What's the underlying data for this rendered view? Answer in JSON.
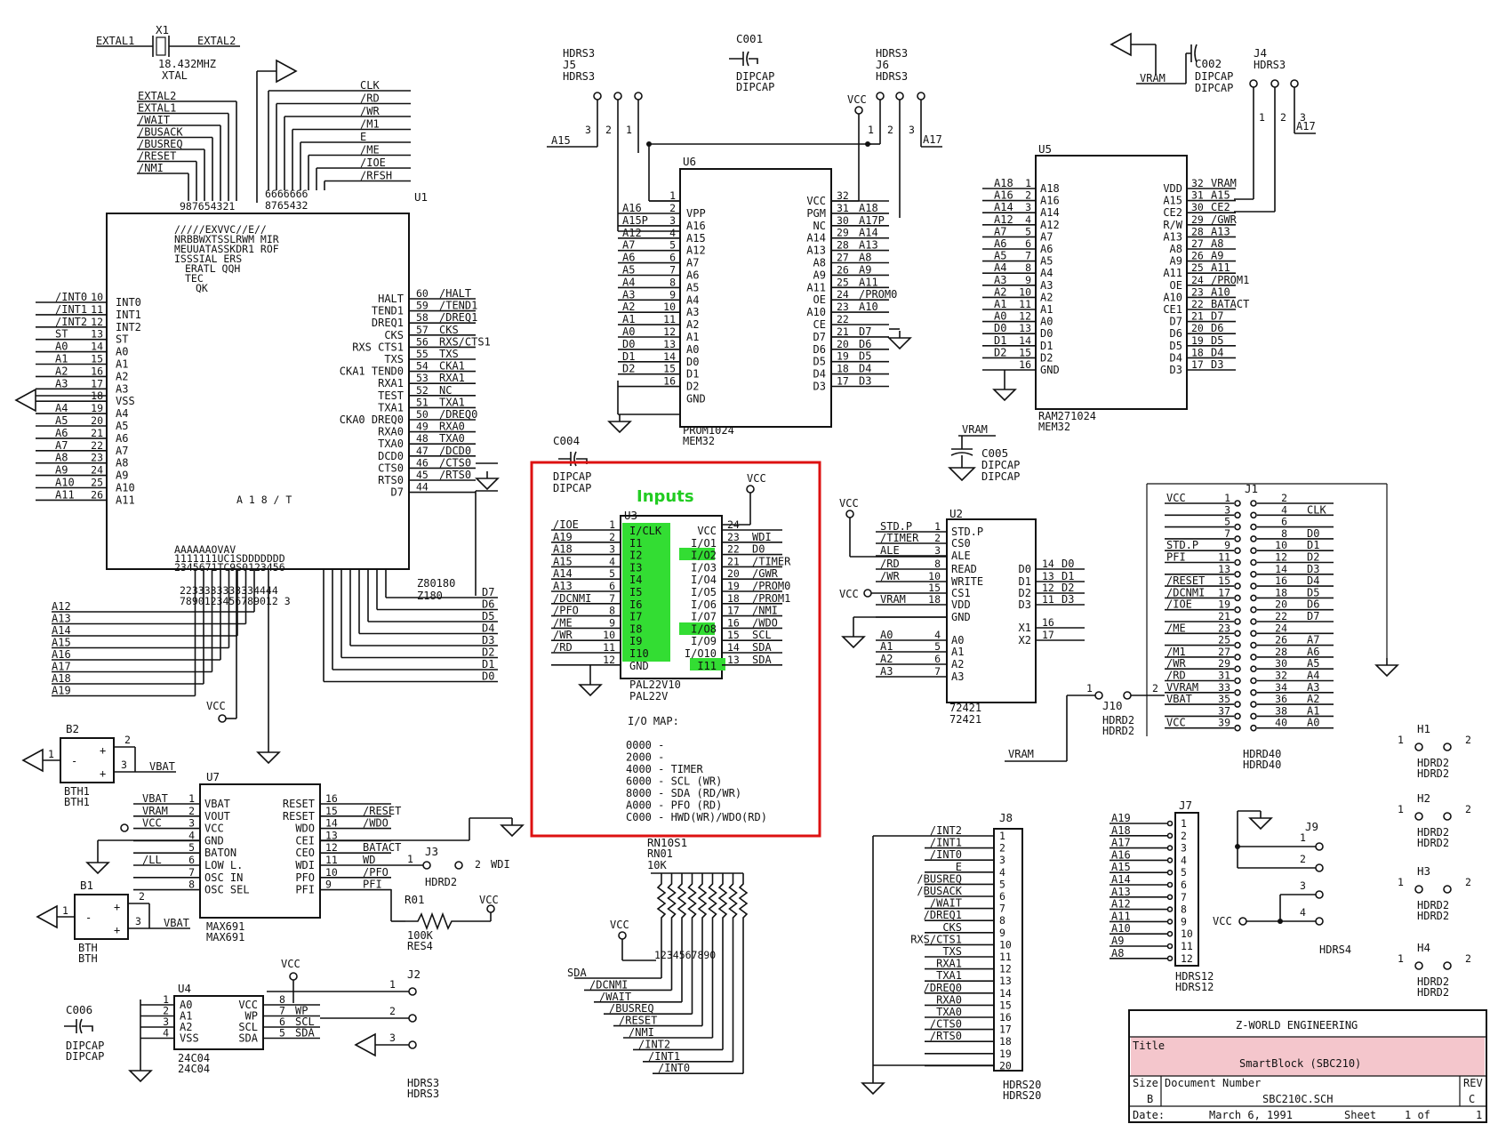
{
  "xtal": {
    "ref": "X1",
    "pins": [
      "EXTAL1",
      "EXTAL2"
    ],
    "value": "18.432MHZ",
    "part": "XTAL"
  },
  "u1": {
    "ref": "U1",
    "part1": "Z80180",
    "part2": "Z180",
    "top_pins": [
      "EXTAL2",
      "EXTAL1",
      "/WAIT",
      "/BUSACK",
      "/BUSREQ",
      "/RESET",
      "/NMI"
    ],
    "top_right_pins": [
      "CLK",
      "/RD",
      "/WR",
      "/M1",
      "E",
      "/ME",
      "/IOE",
      "/RFSH"
    ],
    "top_nums_left": "987654321",
    "top_nums_right": "6666666",
    "top_nums_right2": "8765432",
    "inside_top": [
      "/////EXVVC//E//",
      "NRBBWXTSSLRWM MIR",
      "MEUUATASSKDR1 ROF",
      "ISSSIAL       ERS",
      "ERATL         QQH",
      "TEC",
      "QK"
    ],
    "left_pins": [
      {
        "net": "/INT0",
        "num": "10",
        "name": "INT0"
      },
      {
        "net": "/INT1",
        "num": "11",
        "name": "INT1"
      },
      {
        "net": "/INT2",
        "num": "12",
        "name": "INT2"
      },
      {
        "net": "ST",
        "num": "13",
        "name": "ST"
      },
      {
        "net": "A0",
        "num": "14",
        "name": "A0"
      },
      {
        "net": "A1",
        "num": "15",
        "name": "A1"
      },
      {
        "net": "A2",
        "num": "16",
        "name": "A2"
      },
      {
        "net": "A3",
        "num": "17",
        "name": "A3"
      },
      {
        "net": "",
        "num": "18",
        "name": "VSS"
      },
      {
        "net": "A4",
        "num": "19",
        "name": "A4"
      },
      {
        "net": "A5",
        "num": "20",
        "name": "A5"
      },
      {
        "net": "A6",
        "num": "21",
        "name": "A6"
      },
      {
        "net": "A7",
        "num": "22",
        "name": "A7"
      },
      {
        "net": "A8",
        "num": "23",
        "name": "A8"
      },
      {
        "net": "A9",
        "num": "24",
        "name": "A9"
      },
      {
        "net": "A10",
        "num": "25",
        "name": "A10"
      },
      {
        "net": "A11",
        "num": "26",
        "name": "A11"
      }
    ],
    "right_pins": [
      {
        "name": "HALT",
        "num": "60",
        "net": "/HALT"
      },
      {
        "name": "TEND1",
        "num": "59",
        "net": "/TEND1"
      },
      {
        "name": "DREQ1",
        "num": "58",
        "net": "/DREQ1"
      },
      {
        "name": "CKS",
        "num": "57",
        "net": "CKS"
      },
      {
        "name": "RXS CTS1",
        "num": "56",
        "net": "RXS/CTS1"
      },
      {
        "name": "TXS",
        "num": "55",
        "net": "TXS"
      },
      {
        "name": "CKA1 TEND0",
        "num": "54",
        "net": "CKA1"
      },
      {
        "name": "RXA1",
        "num": "53",
        "net": "RXA1"
      },
      {
        "name": "TEST",
        "num": "52",
        "net": "NC"
      },
      {
        "name": "TXA1",
        "num": "51",
        "net": "TXA1"
      },
      {
        "name": "CKA0 DREQ0",
        "num": "50",
        "net": "/DREQ0"
      },
      {
        "name": "RXA0",
        "num": "49",
        "net": "RXA0"
      },
      {
        "name": "TXA0",
        "num": "48",
        "net": "TXA0"
      },
      {
        "name": "DCD0",
        "num": "47",
        "net": "/DCD0"
      },
      {
        "name": "CTS0",
        "num": "46",
        "net": "/CTS0"
      },
      {
        "name": "RTS0",
        "num": "45",
        "net": "/RTS0"
      },
      {
        "name": "D7",
        "num": "44",
        "net": ""
      }
    ],
    "a18": "A 1 8 / T",
    "bottom_names1": "AAAAAAOVAV",
    "bottom_names2": "1111111UC1SDDDDDDD",
    "bottom_names3": "2345671TC9S0123456",
    "bottom_nums1": "2233333333334444",
    "bottom_nums2": "7890123456789012 3",
    "bottom_left_nets": [
      "A12",
      "A13",
      "A14",
      "A15",
      "A16",
      "A17",
      "A18",
      "A19"
    ],
    "bottom_right_nets": [
      "D7",
      "D6",
      "D5",
      "D4",
      "D3",
      "D2",
      "D1",
      "D0"
    ],
    "vcc": "VCC"
  },
  "j5": {
    "ref": "J5",
    "part": "HDRS3",
    "part2": "HDRS3",
    "net": "A15",
    "pins": [
      "3",
      "2",
      "1"
    ]
  },
  "c001": {
    "ref": "C001",
    "part": "DIPCAP",
    "part2": "DIPCAP"
  },
  "j6": {
    "ref": "J6",
    "part": "HDRS3",
    "part2": "HDRS3",
    "vcc": "VCC",
    "net": "A17",
    "pins": [
      "1",
      "2",
      "3"
    ]
  },
  "u6": {
    "ref": "U6",
    "part": "PROM1024",
    "part2": "MEM32",
    "left": [
      [
        "A16",
        "2",
        "VPP"
      ],
      [
        "A15P",
        "3",
        "A16"
      ],
      [
        "A12",
        "4",
        "A15"
      ],
      [
        "A7",
        "5",
        "A12"
      ],
      [
        "A6",
        "6",
        "A7"
      ],
      [
        "A5",
        "7",
        "A6"
      ],
      [
        "A4",
        "8",
        "A5"
      ],
      [
        "A3",
        "9",
        "A4"
      ],
      [
        "A2",
        "10",
        "A3"
      ],
      [
        "A1",
        "11",
        "A2"
      ],
      [
        "A0",
        "12",
        "A1"
      ],
      [
        "D0",
        "13",
        "A0"
      ],
      [
        "D1",
        "14",
        "D0"
      ],
      [
        "D2",
        "15",
        "D1"
      ],
      [
        "",
        "16",
        "D2"
      ],
      [
        "",
        "",
        "GND"
      ]
    ],
    "right": [
      [
        "VCC",
        "32",
        ""
      ],
      [
        "PGM",
        "31",
        "A18"
      ],
      [
        "NC",
        "30",
        "A17P"
      ],
      [
        "A14",
        "29",
        "A14"
      ],
      [
        "A13",
        "28",
        "A13"
      ],
      [
        "A8",
        "27",
        "A8"
      ],
      [
        "A9",
        "26",
        "A9"
      ],
      [
        "A11",
        "25",
        "A11"
      ],
      [
        "OE",
        "24",
        "/PROM0"
      ],
      [
        "A10",
        "23",
        "A10"
      ],
      [
        "CE",
        "22",
        ""
      ],
      [
        "D7",
        "21",
        "D7"
      ],
      [
        "D6",
        "20",
        "D6"
      ],
      [
        "D5",
        "19",
        "D5"
      ],
      [
        "D4",
        "18",
        "D4"
      ],
      [
        "D3",
        "17",
        "D3"
      ]
    ],
    "pin1": "1"
  },
  "c002": {
    "ref": "C002",
    "part": "DIPCAP",
    "part2": "DIPCAP",
    "net": "VRAM"
  },
  "j4": {
    "ref": "J4",
    "part": "HDRS3",
    "net": "A17",
    "pins": [
      "1",
      "2",
      "3"
    ]
  },
  "u5": {
    "ref": "U5",
    "part": "RAM271024",
    "part2": "MEM32",
    "left": [
      [
        "A18",
        "1",
        "A18"
      ],
      [
        "A16",
        "2",
        "A16"
      ],
      [
        "A14",
        "3",
        "A14"
      ],
      [
        "A12",
        "4",
        "A12"
      ],
      [
        "A7",
        "5",
        "A7"
      ],
      [
        "A6",
        "6",
        "A6"
      ],
      [
        "A5",
        "7",
        "A5"
      ],
      [
        "A4",
        "8",
        "A4"
      ],
      [
        "A3",
        "9",
        "A3"
      ],
      [
        "A2",
        "10",
        "A2"
      ],
      [
        "A1",
        "11",
        "A1"
      ],
      [
        "A0",
        "12",
        "A0"
      ],
      [
        "D0",
        "13",
        "D0"
      ],
      [
        "D1",
        "14",
        "D1"
      ],
      [
        "D2",
        "15",
        "D2"
      ],
      [
        "",
        "16",
        "GND"
      ]
    ],
    "right": [
      [
        "VDD",
        "32",
        "VRAM"
      ],
      [
        "A15",
        "31",
        "A15"
      ],
      [
        "CE2",
        "30",
        "CE2"
      ],
      [
        "R/W",
        "29",
        "/GWR"
      ],
      [
        "A13",
        "28",
        "A13"
      ],
      [
        "A8",
        "27",
        "A8"
      ],
      [
        "A9",
        "26",
        "A9"
      ],
      [
        "A11",
        "25",
        "A11"
      ],
      [
        "OE",
        "24",
        "/PROM1"
      ],
      [
        "A10",
        "23",
        "A10"
      ],
      [
        "CE1",
        "22",
        "BATACT"
      ],
      [
        "D7",
        "21",
        "D7"
      ],
      [
        "D6",
        "20",
        "D6"
      ],
      [
        "D5",
        "19",
        "D5"
      ],
      [
        "D4",
        "18",
        "D4"
      ],
      [
        "D3",
        "17",
        "D3"
      ]
    ]
  },
  "c004": {
    "ref": "C004",
    "part": "DIPCAP",
    "part2": "DIPCAP"
  },
  "c005": {
    "ref": "C005",
    "part": "DIPCAP",
    "part2": "DIPCAP",
    "net": "VRAM"
  },
  "u3": {
    "ref": "U3",
    "part": "PAL22V10",
    "part2": "PAL22V",
    "inputs_title": "Inputs",
    "vcc": "VCC",
    "left": [
      [
        "/IOE",
        "1",
        "I/CLK"
      ],
      [
        "A19",
        "2",
        "I1"
      ],
      [
        "A18",
        "3",
        "I2"
      ],
      [
        "A15",
        "4",
        "I3"
      ],
      [
        "A14",
        "5",
        "I4"
      ],
      [
        "A13",
        "6",
        "I5"
      ],
      [
        "/DCNMI",
        "7",
        "I6"
      ],
      [
        "/PFO",
        "8",
        "I7"
      ],
      [
        "/ME",
        "9",
        "I8"
      ],
      [
        "/WR",
        "10",
        "I9"
      ],
      [
        "/RD",
        "11",
        "I10"
      ],
      [
        "",
        "12",
        "GND"
      ]
    ],
    "right": [
      [
        "VCC",
        "24",
        ""
      ],
      [
        "I/O1",
        "23",
        "WDI"
      ],
      [
        "I/O2",
        "22",
        "D0"
      ],
      [
        "I/O3",
        "21",
        "/TIMER"
      ],
      [
        "I/O4",
        "20",
        "/GWR"
      ],
      [
        "I/O5",
        "19",
        "/PROM0"
      ],
      [
        "I/O6",
        "18",
        "/PROM1"
      ],
      [
        "I/O7",
        "17",
        "/NMI"
      ],
      [
        "I/O8",
        "16",
        "/WDO"
      ],
      [
        "I/O9",
        "15",
        "SCL"
      ],
      [
        "I/O10",
        "14",
        "SDA"
      ],
      [
        "I11",
        "13",
        "SDA"
      ]
    ],
    "iomap_title": "I/O MAP:",
    "iomap": [
      "0000 -",
      "2000 -",
      "4000 - TIMER",
      "6000 - SCL (WR)",
      "8000 - SDA (RD/WR)",
      "A000 - PFO (RD)",
      "C000 - HWD(WR)/WDO(RD)"
    ]
  },
  "u2": {
    "ref": "U2",
    "part": "72421",
    "part2": "72421",
    "vcc": "VCC",
    "left": [
      [
        "STD.P",
        "1",
        "STD.P"
      ],
      [
        "/TIMER",
        "2",
        "CS0"
      ],
      [
        "ALE",
        "3",
        "ALE"
      ],
      [
        "/RD",
        "8",
        "READ"
      ],
      [
        "/WR",
        "10",
        "WRITE"
      ],
      [
        "",
        "15",
        "CS1"
      ],
      [
        "VRAM",
        "18",
        "VDD"
      ],
      [
        "",
        "",
        "GND"
      ],
      [
        "A0",
        "4",
        "A0"
      ],
      [
        "A1",
        "5",
        "A1"
      ],
      [
        "A2",
        "6",
        "A2"
      ],
      [
        "A3",
        "7",
        "A3"
      ]
    ],
    "right": [
      [
        "D0",
        "14",
        "D0"
      ],
      [
        "D1",
        "13",
        "D1"
      ],
      [
        "D2",
        "12",
        "D2"
      ],
      [
        "D3",
        "11",
        "D3"
      ],
      [
        "X1",
        "16",
        ""
      ],
      [
        "X2",
        "17",
        ""
      ]
    ]
  },
  "j1": {
    "ref": "J1",
    "part": "HDRD40",
    "part2": "HDRD40",
    "left": [
      [
        "VCC",
        "1"
      ],
      [
        "",
        "3"
      ],
      [
        "",
        "5"
      ],
      [
        "",
        "7"
      ],
      [
        "STD.P",
        "9"
      ],
      [
        "PFI",
        "11"
      ],
      [
        "",
        "13"
      ],
      [
        "/RESET",
        "15"
      ],
      [
        "/DCNMI",
        "17"
      ],
      [
        "/IOE",
        "19"
      ],
      [
        "",
        "21"
      ],
      [
        "/ME",
        "23"
      ],
      [
        "",
        "25"
      ],
      [
        "/M1",
        "27"
      ],
      [
        "/WR",
        "29"
      ],
      [
        "/RD",
        "31"
      ],
      [
        "VVRAM",
        "33"
      ],
      [
        "VBAT",
        "35"
      ],
      [
        "",
        "37"
      ],
      [
        "VCC",
        "39"
      ]
    ],
    "right": [
      [
        "2",
        ""
      ],
      [
        "4",
        "CLK"
      ],
      [
        "6",
        ""
      ],
      [
        "8",
        "D0"
      ],
      [
        "10",
        "D1"
      ],
      [
        "12",
        "D2"
      ],
      [
        "14",
        "D3"
      ],
      [
        "16",
        "D4"
      ],
      [
        "18",
        "D5"
      ],
      [
        "20",
        "D6"
      ],
      [
        "22",
        "D7"
      ],
      [
        "24",
        ""
      ],
      [
        "26",
        "A7"
      ],
      [
        "28",
        "A6"
      ],
      [
        "30",
        "A5"
      ],
      [
        "32",
        "A4"
      ],
      [
        "34",
        "A3"
      ],
      [
        "36",
        "A2"
      ],
      [
        "38",
        "A1"
      ],
      [
        "40",
        "A0"
      ]
    ]
  },
  "j10": {
    "ref": "J10",
    "part": "HDRD2",
    "part2": "HDRD2",
    "net": "VRAM",
    "pins": [
      "1",
      "2"
    ]
  },
  "b2": {
    "ref": "B2",
    "part": "BTH1",
    "part2": "BTH1",
    "net": "VBAT",
    "pins": [
      "1",
      "2",
      "3"
    ]
  },
  "b1": {
    "ref": "B1",
    "part": "BTH",
    "part2": "BTH",
    "net": "VBAT",
    "pins": [
      "1",
      "2",
      "3"
    ]
  },
  "u7": {
    "ref": "U7",
    "part": "MAX691",
    "part2": "MAX691",
    "left": [
      [
        "VBAT",
        "1",
        "VBAT"
      ],
      [
        "VRAM",
        "2",
        "VOUT"
      ],
      [
        "VCC",
        "3",
        "VCC"
      ],
      [
        "",
        "4",
        "GND"
      ],
      [
        "",
        "5",
        "BATON"
      ],
      [
        "/LL",
        "6",
        "LOW L."
      ],
      [
        "",
        "7",
        "OSC IN"
      ],
      [
        "",
        "8",
        "OSC SEL"
      ]
    ],
    "right": [
      [
        "RESET",
        "16",
        ""
      ],
      [
        "RESET",
        "15",
        "/RESET"
      ],
      [
        "WDO",
        "14",
        "/WDO"
      ],
      [
        "CEI",
        "13",
        ""
      ],
      [
        "CEO",
        "12",
        "BATACT"
      ],
      [
        "WDI",
        "11",
        "WD"
      ],
      [
        "PFO",
        "10",
        "/PFO"
      ],
      [
        "PFI",
        "9",
        "PFI"
      ]
    ]
  },
  "j3": {
    "ref": "J3",
    "part": "HDRD2",
    "pins": [
      "1",
      "2"
    ],
    "net": "WDI"
  },
  "r01": {
    "ref": "R01",
    "value": "100K",
    "part": "RES4",
    "vcc": "VCC"
  },
  "u4": {
    "ref": "U4",
    "part": "24C04",
    "part2": "24C04",
    "vcc": "VCC",
    "left": [
      [
        "1",
        "A0"
      ],
      [
        "2",
        "A1"
      ],
      [
        "3",
        "A2"
      ],
      [
        "4",
        "VSS"
      ]
    ],
    "right": [
      [
        "VCC",
        "8",
        ""
      ],
      [
        "WP",
        "7",
        "WP"
      ],
      [
        "SCL",
        "6",
        "SCL"
      ],
      [
        "SDA",
        "5",
        "SDA"
      ]
    ]
  },
  "j2": {
    "ref": "J2",
    "part": "HDRS3",
    "part2": "HDRS3",
    "pins": [
      "1",
      "2",
      "3"
    ]
  },
  "c006": {
    "ref": "C006",
    "part": "DIPCAP",
    "part2": "DIPCAP"
  },
  "rn": {
    "ref": "RN10S1",
    "part": "RN01",
    "value": "10K",
    "vcc": "VCC",
    "pins": "1234567890",
    "nets": [
      "SDA",
      "/DCNMI",
      "/WAIT",
      "/BUSREQ",
      "/RESET",
      "/NMI",
      "/INT2",
      "/INT1",
      "/INT0"
    ]
  },
  "j8": {
    "ref": "J8",
    "part": "HDRS20",
    "part2": "HDRS20",
    "nets": [
      "/INT2",
      "/INT1",
      "/INT0",
      "E",
      "/BUSREQ",
      "/BUSACK",
      "/WAIT",
      "/DREQ1",
      "CKS",
      "RXS/CTS1",
      "TXS",
      "RXA1",
      "TXA1",
      "/DREQ0",
      "RXA0",
      "TXA0",
      "/CTS0",
      "/RTS0",
      "",
      ""
    ]
  },
  "j7": {
    "ref": "J7",
    "part": "HDRS12",
    "part2": "HDRS12",
    "nets": [
      "A19",
      "A18",
      "A17",
      "A16",
      "A15",
      "A14",
      "A13",
      "A12",
      "A11",
      "A10",
      "A9",
      "A8"
    ]
  },
  "j9": {
    "ref": "J9",
    "part": "HDRS4",
    "vcc": "VCC",
    "pins": [
      "1",
      "2",
      "3",
      "4"
    ]
  },
  "h": [
    {
      "ref": "H1",
      "part": "HDRD2",
      "part2": "HDRD2"
    },
    {
      "ref": "H2",
      "part": "HDRD2",
      "part2": "HDRD2"
    },
    {
      "ref": "H3",
      "part": "HDRD2",
      "part2": "HDRD2"
    },
    {
      "ref": "H4",
      "part": "HDRD2",
      "part2": "HDRD2"
    }
  ],
  "h_pins": [
    "1",
    "2"
  ],
  "title_block": {
    "company": "Z-WORLD ENGINEERING",
    "title_label": "Title",
    "title": "SmartBlock (SBC210)",
    "size_label": "Size",
    "size": "B",
    "docnum_label": "Document Number",
    "docnum": "SBC210C.SCH",
    "rev_label": "REV",
    "rev": "C",
    "date_label": "Date:",
    "date": "March  6, 1991",
    "sheet_label": "Sheet",
    "sheet": "1 of",
    "sheet_total": "1"
  },
  "colors": {
    "highlight": "#33dd33",
    "frame": "#dd1111",
    "title_hl": "#f4c6cc",
    "ink": "#111111"
  }
}
